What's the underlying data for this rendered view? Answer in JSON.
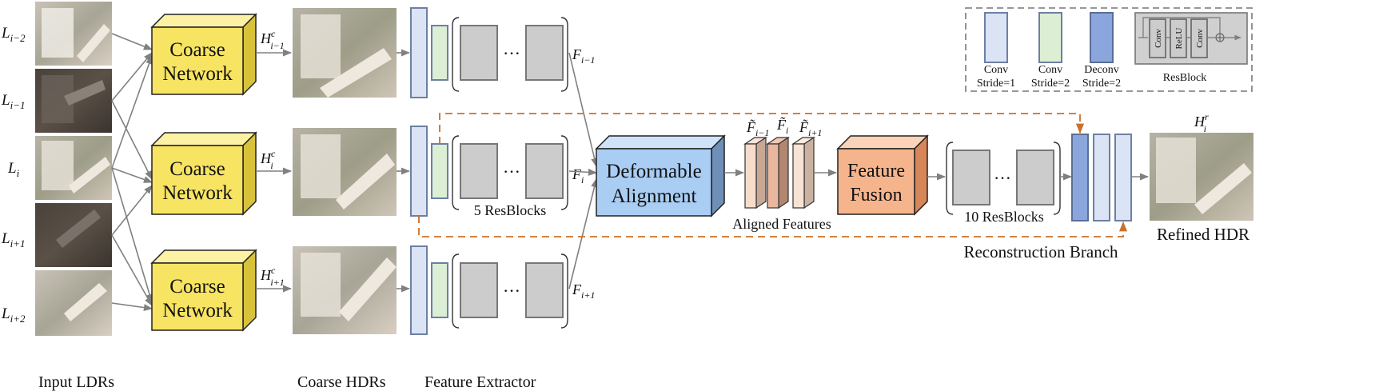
{
  "inputs": {
    "caption": "Input LDRs",
    "frames": [
      {
        "base": "L",
        "sub": "i−2"
      },
      {
        "base": "L",
        "sub": "i−1"
      },
      {
        "base": "L",
        "sub": "i"
      },
      {
        "base": "L",
        "sub": "i+1"
      },
      {
        "base": "L",
        "sub": "i+2"
      }
    ]
  },
  "coarse": {
    "line1": "Coarse",
    "line2": "Network",
    "caption": "Coarse HDRs",
    "outputs": [
      {
        "base": "H",
        "sup": "c",
        "sub": "i−1"
      },
      {
        "base": "H",
        "sup": "c",
        "sub": "i"
      },
      {
        "base": "H",
        "sup": "c",
        "sub": "i+1"
      }
    ]
  },
  "extractor": {
    "caption": "Feature Extractor",
    "dots": "···",
    "resblocks_label": "5 ResBlocks",
    "features": [
      {
        "base": "F",
        "sub": "i−1"
      },
      {
        "base": "F",
        "sub": "i"
      },
      {
        "base": "F",
        "sub": "i+1"
      }
    ]
  },
  "alignment": {
    "line1": "Deformable",
    "line2": "Alignment",
    "caption": "Aligned Features",
    "features": [
      {
        "base": "F̃",
        "sub": "i−1"
      },
      {
        "base": "F̃",
        "sub": "i"
      },
      {
        "base": "F̃",
        "sub": "i+1"
      }
    ]
  },
  "fusion": {
    "line1": "Feature",
    "line2": "Fusion"
  },
  "reconstruction": {
    "dots": "···",
    "resblocks_label": "10 ResBlocks",
    "branch_label": "Reconstruction Branch"
  },
  "output": {
    "caption": "Refined HDR",
    "label": {
      "base": "H",
      "sup": "r",
      "sub": "i"
    }
  },
  "legend": {
    "items": [
      {
        "line1": "Conv",
        "line2": "Stride=1"
      },
      {
        "line1": "Conv",
        "line2": "Stride=2"
      },
      {
        "line1": "Deconv",
        "line2": "Stride=2"
      }
    ],
    "resblock": {
      "label": "ResBlock",
      "inner": [
        "Conv",
        "ReLU",
        "Conv"
      ]
    }
  },
  "colors": {
    "conv_stride1": "#dbe4f4",
    "conv_stride2": "#dcefd5",
    "deconv": "#8aa6dc",
    "block_gray": "#cccccc",
    "coarse_box": "#f7e462",
    "alignment_box": "#a9cdf3",
    "fusion_box": "#f6b48c",
    "dashed_link": "#c9702a",
    "arrow": "#808080"
  }
}
